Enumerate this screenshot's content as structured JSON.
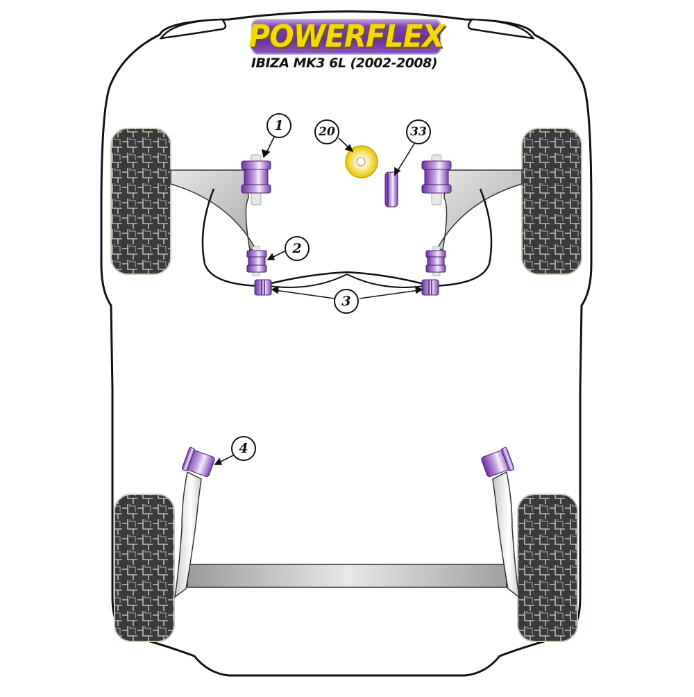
{
  "header": {
    "brand": "POWERFLEX",
    "model": "IBIZA MK3 6L (2002-2008)"
  },
  "colors": {
    "brand_purple": "#6b2fa0",
    "brand_yellow": "#f5d800",
    "bush_purple": "#8e5cc4",
    "bush_yellow": "#f2d73a",
    "tyre": "#3a3a3a",
    "arm_grey": "#bdbdbd",
    "outline": "#111111"
  },
  "callouts": [
    {
      "id": "1",
      "label": "1",
      "part": "front-wishbone-front-bush"
    },
    {
      "id": "2",
      "label": "2",
      "part": "front-wishbone-rear-bush"
    },
    {
      "id": "3",
      "label": "3",
      "part": "front-anti-roll-bar-bushes"
    },
    {
      "id": "4",
      "label": "4",
      "part": "rear-beam-mounting-bush"
    },
    {
      "id": "20",
      "label": "20",
      "part": "yellow-washer-bush"
    },
    {
      "id": "33",
      "label": "33",
      "part": "purple-ring-bush"
    }
  ]
}
